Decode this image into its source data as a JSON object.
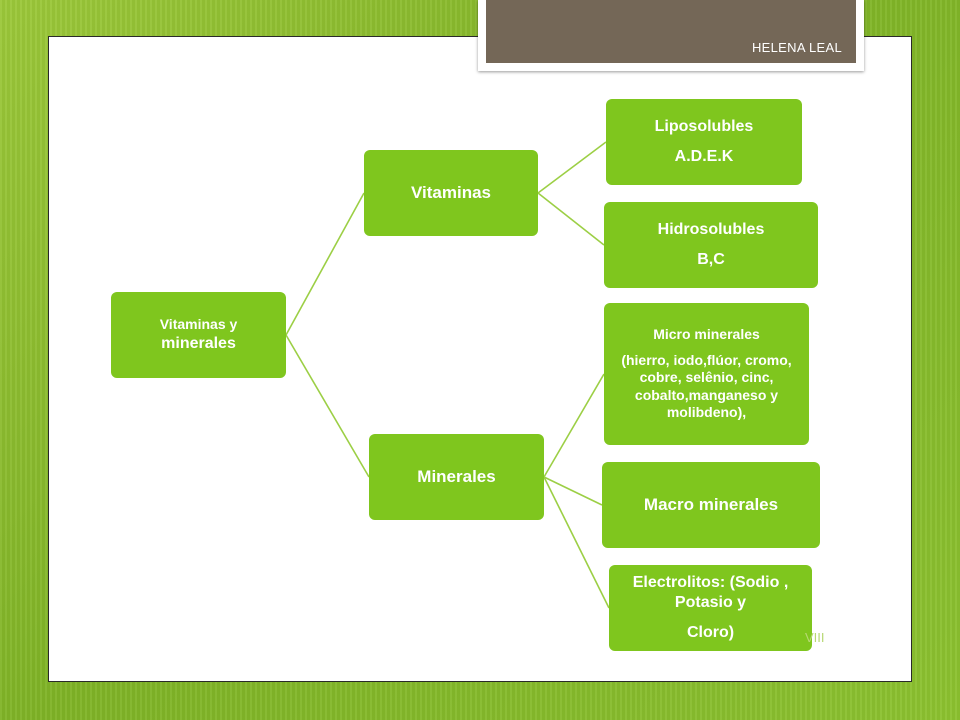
{
  "header": {
    "author": "HELENA LEAL"
  },
  "footer_partial_text": "VIII",
  "colors": {
    "node_fill": "#7fc61e",
    "connector": "#9ccf45",
    "header_tab": "#746757",
    "background": "#8cc230"
  },
  "diagram": {
    "root": {
      "line1": "Vitaminas y",
      "line2": "minerales"
    },
    "vitaminas": {
      "label": "Vitaminas"
    },
    "minerales": {
      "label": "Minerales"
    },
    "liposolubles": {
      "line1": "Liposolubles",
      "line2": "A.D.E.K"
    },
    "hidrosolubles": {
      "line1": "Hidrosolubles",
      "line2": "B,C"
    },
    "micro": {
      "line1": "Micro minerales",
      "line2": "(hierro, iodo,flúor, cromo, cobre, selênio, cinc, cobalto,manganeso y molibdeno),"
    },
    "macro": {
      "label": "Macro minerales"
    },
    "electrolitos": {
      "line1": "Electrolitos:  (Sodio ,",
      "line2": "Potasio   y",
      "line3": "Cloro)"
    }
  }
}
